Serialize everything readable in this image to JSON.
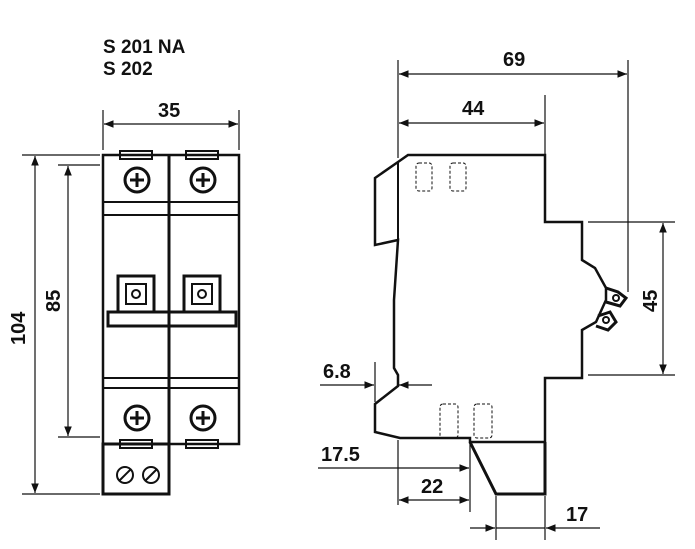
{
  "title": {
    "line1": "S 201 NA",
    "line2": "S 202"
  },
  "front_view": {
    "width_label": "35",
    "height_label": "104",
    "inner_height_label": "85"
  },
  "side_view": {
    "total_depth_label": "69",
    "depth_label": "44",
    "rail_height_label": "45",
    "offset_label": "6.8",
    "foot_label": "17.5",
    "foot_depth_label": "22",
    "tab_label": "17"
  }
}
